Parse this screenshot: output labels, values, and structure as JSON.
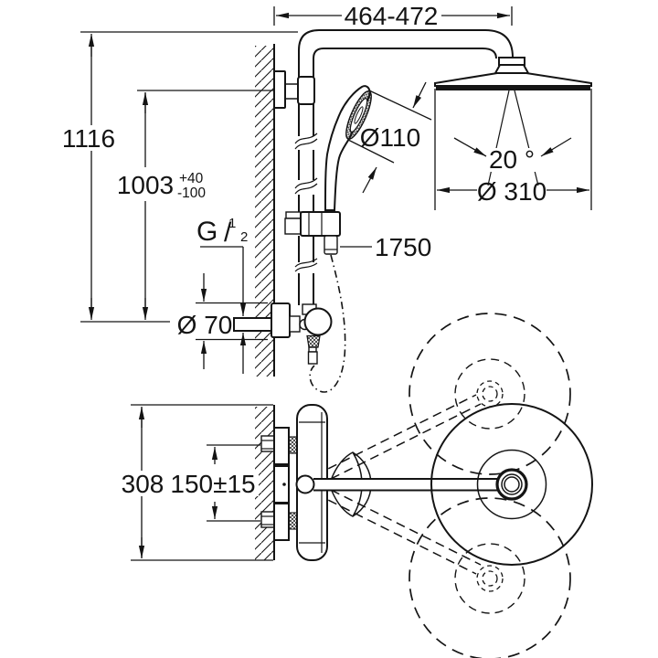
{
  "drawing": {
    "type": "technical-dimension-drawing",
    "views": {
      "top": "side-elevation",
      "bottom": "plan-view"
    },
    "dimensions": {
      "span": "464-472",
      "overall_height": "1116",
      "head_height": "1003",
      "tol_plus": "+40",
      "tol_minus": "-100",
      "thread_g": "G",
      "thread_num": "1",
      "thread_slash": "/",
      "thread_den": "2",
      "escutcheon_dia": "Ø 70",
      "handshower_dia": "Ø110",
      "hose_length": "1750",
      "headshower_dia": "Ø 310",
      "spray_angle": "20 °",
      "depth": "308",
      "connection_centers": "150±15"
    },
    "colors": {
      "ink": "#141414",
      "paper": "#ffffff"
    }
  }
}
